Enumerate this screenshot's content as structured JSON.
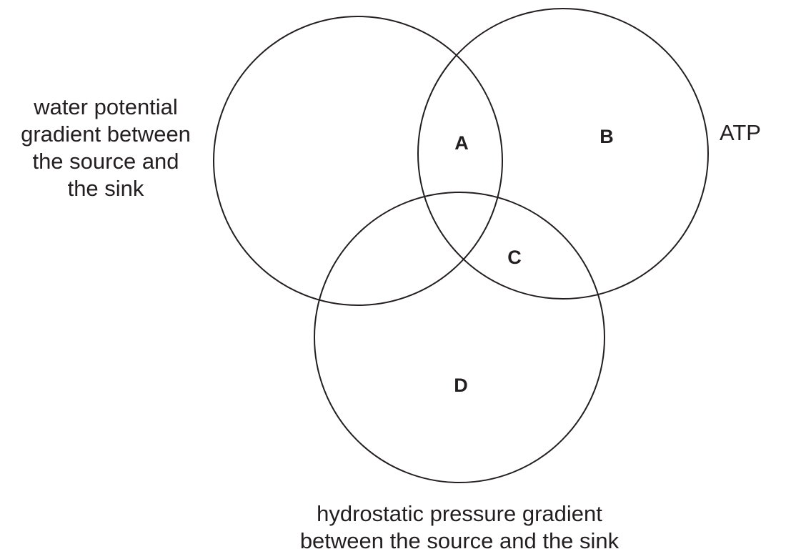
{
  "sets": {
    "left": {
      "lines": [
        "water potential",
        "gradient between",
        "the source and",
        "the sink"
      ]
    },
    "right": {
      "lines": [
        "ATP"
      ]
    },
    "bottom": {
      "lines": [
        "hydrostatic pressure gradient",
        "between the source and the sink"
      ]
    }
  },
  "regions": {
    "a": "A",
    "b": "B",
    "c": "C",
    "d": "D"
  },
  "colors": {
    "stroke": "#231f20",
    "background": "#ffffff"
  }
}
